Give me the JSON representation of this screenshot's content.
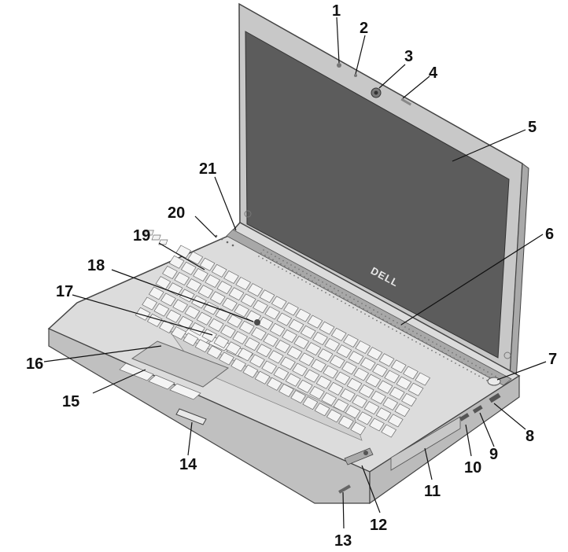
{
  "colors": {
    "screen": "#5a5a5a",
    "bezel": "#c4c4c4",
    "body": "#d9d9d9",
    "body_front": "#bdbdbd",
    "outline": "#444444",
    "pointing_stick": "#4a4a4a"
  },
  "logo": {
    "text": "DELL"
  },
  "callouts": [
    {
      "number": "1",
      "part": "microphone"
    },
    {
      "number": "2",
      "part": "camera-status-light"
    },
    {
      "number": "3",
      "part": "camera"
    },
    {
      "number": "4",
      "part": "microphone"
    },
    {
      "number": "5",
      "part": "display"
    },
    {
      "number": "6",
      "part": "speakers"
    },
    {
      "number": "7",
      "part": "power-button"
    },
    {
      "number": "8",
      "part": "esata-usb-connector"
    },
    {
      "number": "9",
      "part": "usb-connector"
    },
    {
      "number": "10",
      "part": "usb-connector"
    },
    {
      "number": "11",
      "part": "optical-drive"
    },
    {
      "number": "12",
      "part": "fingerprint-reader"
    },
    {
      "number": "13",
      "part": "wireless-switch"
    },
    {
      "number": "14",
      "part": "display-latch"
    },
    {
      "number": "15",
      "part": "touchpad-buttons"
    },
    {
      "number": "16",
      "part": "touchpad"
    },
    {
      "number": "17",
      "part": "trackstick-buttons"
    },
    {
      "number": "18",
      "part": "trackstick"
    },
    {
      "number": "19",
      "part": "keyboard"
    },
    {
      "number": "20",
      "part": "device-status-lights"
    },
    {
      "number": "21",
      "part": "volume-control-buttons"
    }
  ]
}
